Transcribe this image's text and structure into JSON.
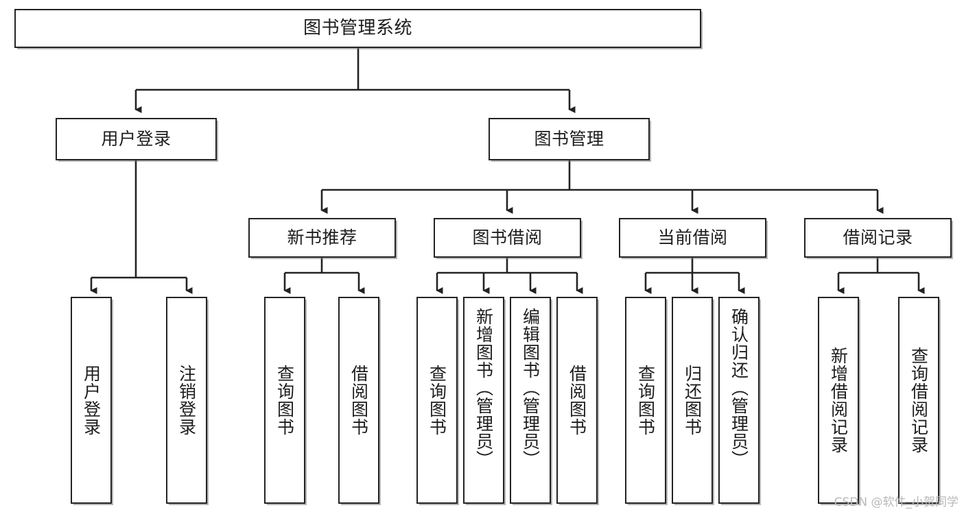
{
  "diagram": {
    "type": "tree-hierarchy-chart",
    "title": "图书管理系统",
    "watermark": "CSDN @软件_小贺同学",
    "colors": {
      "node_border": "#232323",
      "node_fill": "#ffffff",
      "edge": "#232323",
      "text": "#1d1d1d",
      "watermark": "#b9b9b9",
      "background": "#ffffff"
    },
    "levels": {
      "root": {
        "label": "图书管理系统"
      },
      "level2": [
        {
          "label": "用户登录"
        },
        {
          "label": "图书管理"
        }
      ],
      "level3": [
        {
          "label": "新书推荐"
        },
        {
          "label": "图书借阅"
        },
        {
          "label": "当前借阅"
        },
        {
          "label": "借阅记录"
        }
      ],
      "leaves": [
        {
          "label": "用户登录",
          "parent": "用户登录"
        },
        {
          "label": "注销登录",
          "parent": "用户登录"
        },
        {
          "label": "查询图书",
          "parent": "新书推荐"
        },
        {
          "label": "借阅图书",
          "parent": "新书推荐"
        },
        {
          "label": "查询图书",
          "parent": "图书借阅"
        },
        {
          "label": "新增图书（管理员）",
          "parent": "图书借阅"
        },
        {
          "label": "编辑图书（管理员）",
          "parent": "图书借阅"
        },
        {
          "label": "借阅图书",
          "parent": "图书借阅"
        },
        {
          "label": "查询图书",
          "parent": "当前借阅"
        },
        {
          "label": "归还图书",
          "parent": "当前借阅"
        },
        {
          "label": "确认归还（管理员）",
          "parent": "当前借阅"
        },
        {
          "label": "新增借阅记录",
          "parent": "借阅记录"
        },
        {
          "label": "查询借阅记录",
          "parent": "借阅记录"
        }
      ]
    }
  }
}
